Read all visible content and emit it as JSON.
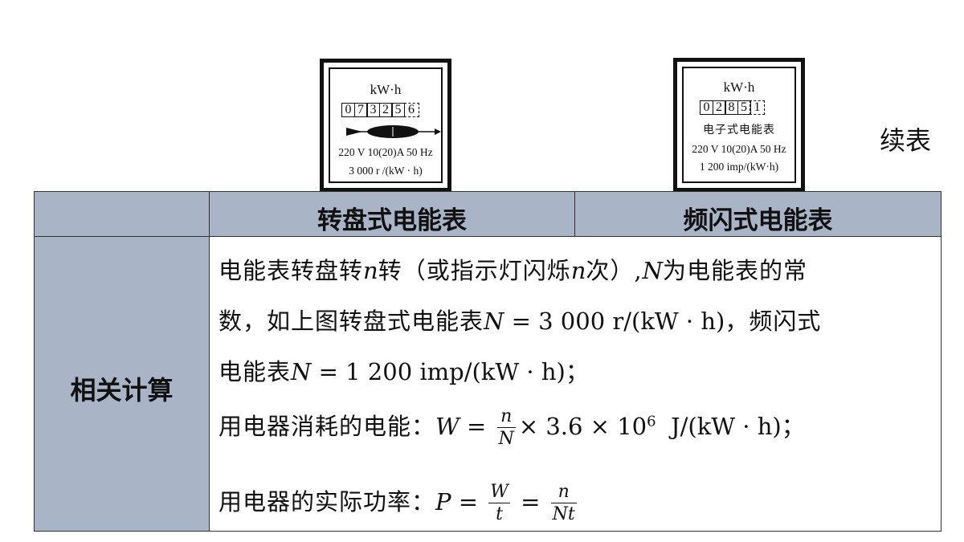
{
  "meter_left": {
    "unit": "kW·h",
    "digits": [
      "0",
      "7",
      "3",
      "2",
      "5",
      "6"
    ],
    "spec": "220 V 10(20)A 50 Hz",
    "constant": "3 000 r /(kW · h)"
  },
  "meter_right": {
    "unit": "kW·h",
    "digits": [
      "0",
      "2",
      "8",
      "5",
      "1"
    ],
    "name": "电子式电能表",
    "spec": "220 V 10(20)A 50 Hz",
    "constant": "1 200 imp/(kW·h)"
  },
  "continued_label": "续表",
  "table": {
    "col1_header": "转盘式电能表",
    "col2_header": "频闪式电能表",
    "row_label": "相关计算",
    "lines": {
      "l1_a": "电能表转盘转",
      "l1_n": "n",
      "l1_b": "转（或指示灯闪烁",
      "l1_n2": "n",
      "l1_c": "次）,",
      "l1_N": "N",
      "l1_d": "为电能表的常",
      "l2_a": "数，如上图转盘式电能表",
      "l2_N": "N",
      "l2_eq": " = 3 000 r/(kW · h)",
      "l2_b": "，频闪式",
      "l3_a": "电能表",
      "l3_N": "N",
      "l3_eq": " = 1 200 imp/(kW · h)",
      "l3_b": "；",
      "l4_a": "用电器消耗的电能：",
      "l4_W": "W",
      "l4_eq": " = ",
      "l4_num": "n",
      "l4_den": "N",
      "l4_mult": "× 3.6 × 10",
      "l4_exp": "6",
      "l4_unit": "  J/(kW · h)",
      "l4_b": "；",
      "l5_a": "用电器的实际功率：",
      "l5_P": "P",
      "l5_eq1": " = ",
      "l5_num1": "W",
      "l5_den1": "t",
      "l5_eq2": " = ",
      "l5_num2": "n",
      "l5_den2": "Nt"
    }
  }
}
